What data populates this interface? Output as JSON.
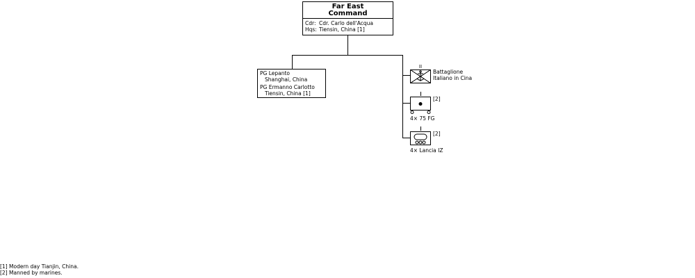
{
  "hq": {
    "title_line1": "Far East",
    "title_line2": "Command",
    "cdr_label": "Cdr:",
    "cdr_value": "Cdr. Carlo dell'Acqua",
    "hqs_label": "Hqs:",
    "hqs_value": "Tiensin, China [1]"
  },
  "ships": [
    {
      "name": "PG  Lepanto",
      "location": "Shanghai, China"
    },
    {
      "name": "PG  Ermanno Carlotto",
      "location": "Tiensin, China [1]"
    }
  ],
  "units": [
    {
      "echelon": "II",
      "symbol": "marine-infantry-icon",
      "label_line1": "Battaglione",
      "label_line2": "Italiano in Cina"
    },
    {
      "echelon": "I",
      "symbol": "field-gun-icon",
      "note": "[2]",
      "caption": "4× 75 FG"
    },
    {
      "echelon": "I",
      "symbol": "armored-car-icon",
      "note": "[2]",
      "caption": "4× Lancia IZ"
    }
  ],
  "footnotes": [
    "[1] Modern day Tianjin, China.",
    "[2] Manned by marines."
  ]
}
